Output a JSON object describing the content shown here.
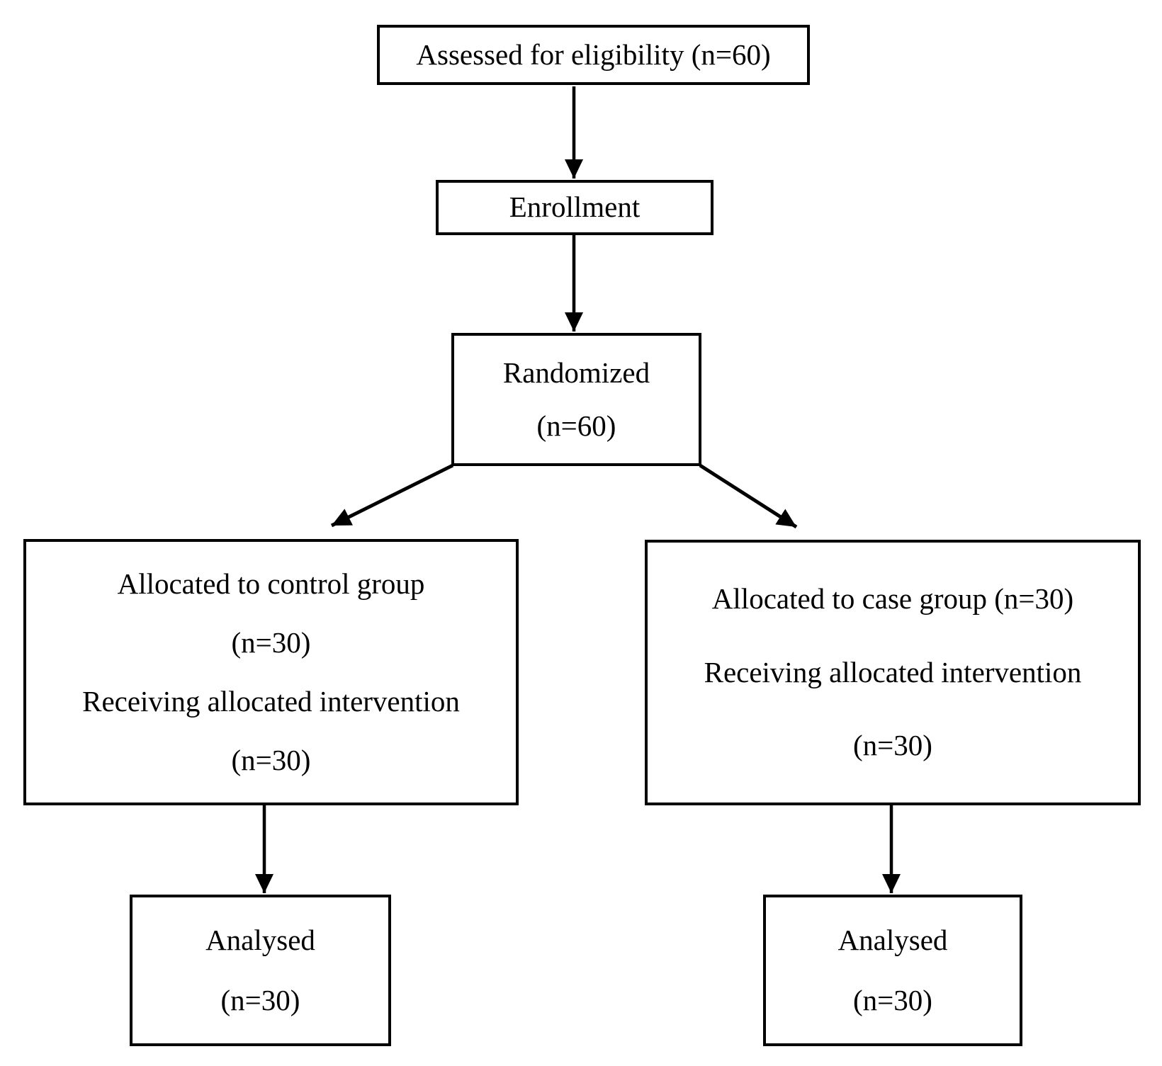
{
  "boxes": {
    "assessed": {
      "lines": [
        "Assessed for eligibility (n=60)"
      ]
    },
    "enrollment": {
      "lines": [
        "Enrollment"
      ]
    },
    "randomized": {
      "lines": [
        "Randomized",
        "(n=60)"
      ]
    },
    "control_allocation": {
      "lines": [
        "Allocated to control group",
        "(n=30)",
        "Receiving allocated intervention",
        "(n=30)"
      ]
    },
    "case_allocation": {
      "lines": [
        "Allocated to case group (n=30)",
        "Receiving allocated intervention",
        "(n=30)"
      ]
    },
    "control_analysed": {
      "lines": [
        "Analysed",
        "(n=30)"
      ]
    },
    "case_analysed": {
      "lines": [
        "Analysed",
        "(n=30)"
      ]
    }
  },
  "colors": {
    "stroke": "#000000",
    "text": "#000000",
    "background": "#ffffff",
    "box_fill": "#ffffff"
  }
}
